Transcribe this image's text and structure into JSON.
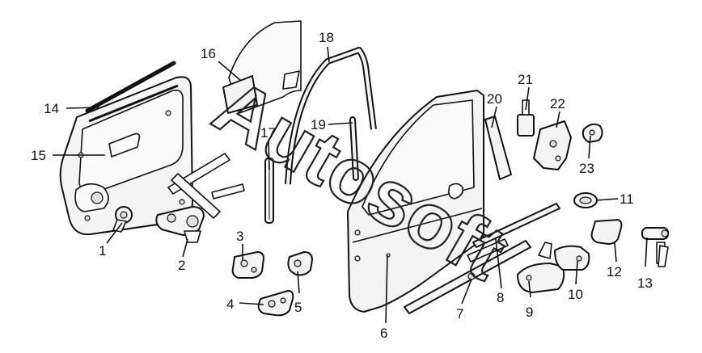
{
  "watermark": "Autosoft",
  "callouts": [
    {
      "id": "1",
      "label": "1"
    },
    {
      "id": "2",
      "label": "2"
    },
    {
      "id": "3",
      "label": "3"
    },
    {
      "id": "4",
      "label": "4"
    },
    {
      "id": "5",
      "label": "5"
    },
    {
      "id": "6",
      "label": "6"
    },
    {
      "id": "7",
      "label": "7"
    },
    {
      "id": "8",
      "label": "8"
    },
    {
      "id": "9",
      "label": "9"
    },
    {
      "id": "10",
      "label": "10"
    },
    {
      "id": "11",
      "label": "11"
    },
    {
      "id": "12",
      "label": "12"
    },
    {
      "id": "13",
      "label": "13"
    },
    {
      "id": "14",
      "label": "14"
    },
    {
      "id": "15",
      "label": "15"
    },
    {
      "id": "16",
      "label": "16"
    },
    {
      "id": "17",
      "label": "17"
    },
    {
      "id": "18",
      "label": "18"
    },
    {
      "id": "19",
      "label": "19"
    },
    {
      "id": "20",
      "label": "20"
    },
    {
      "id": "21",
      "label": "21"
    },
    {
      "id": "22",
      "label": "22"
    },
    {
      "id": "23",
      "label": "23"
    }
  ]
}
